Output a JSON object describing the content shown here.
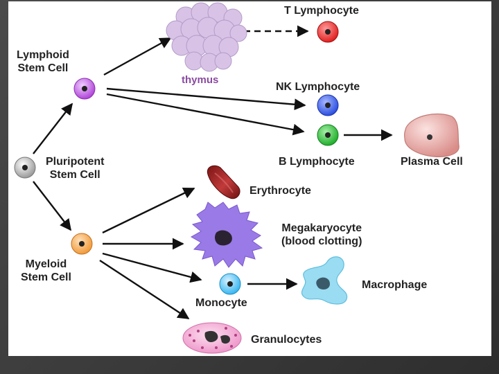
{
  "labels": {
    "lymphoid": "Lymphoid\nStem Cell",
    "thymus": "thymus",
    "t_lymphocyte": "T Lymphocyte",
    "nk_lymphocyte": "NK Lymphocyte",
    "b_lymphocyte": "B Lymphocyte",
    "plasma_cell": "Plasma Cell",
    "pluripotent": "Pluripotent\nStem Cell",
    "erythrocyte": "Erythrocyte",
    "megakaryocyte": "Megakaryocyte\n(blood clotting)",
    "myeloid": "Myeloid\nStem Cell",
    "monocyte": "Monocyte",
    "macrophage": "Macrophage",
    "granulocytes": "Granulocytes"
  },
  "colors": {
    "pluripotent": "#9a9a9a",
    "lymphoid": "#b044d8",
    "t_lymphocyte": "#e02020",
    "nk_lymphocyte": "#2a4ee0",
    "b_lymphocyte": "#1fae2a",
    "myeloid": "#f09a3a",
    "monocyte": "#38b6f0",
    "thymus": "#d8c3e6",
    "erythrocyte": "#a82a2a",
    "megakaryocyte": "#9a7ae6",
    "macrophage": "#9adcf2",
    "granulocytes": "#f2aad2",
    "plasma_cell": "#e8aaa6"
  }
}
